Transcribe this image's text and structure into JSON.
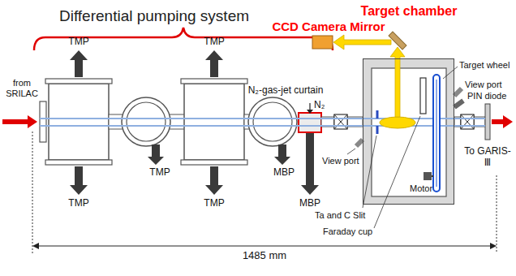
{
  "diagram": {
    "nodes": [
      {
        "text": [
          "Target chamber"
        ]
      }
    ],
    "labels": [
      "Differential pumping system",
      "CCD Camera Mirror",
      "TMP",
      "TMP",
      "N₂-gas-jet curtain",
      "N₂",
      "from SRILAC",
      "View port",
      "View port",
      "PIN diode",
      "TMP",
      "MBP",
      "Target wheel",
      "Motor",
      "To GARIS-Ⅲ",
      "TMP",
      "TMP",
      "MBP",
      "Ta and C Slit",
      "Faraday cup",
      "1485 mm"
    ]
  }
}
